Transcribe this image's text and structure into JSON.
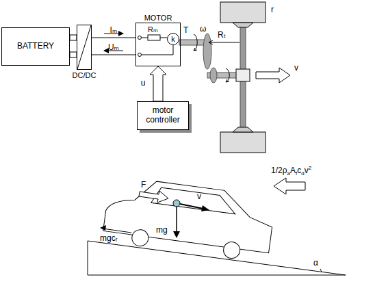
{
  "diagram": {
    "nodes": [
      {
        "text": [
          "BATTERY"
        ]
      },
      {
        "text": [
          "DC/DC"
        ]
      },
      {
        "text": [
          "MOTOR"
        ]
      },
      {
        "text": [
          "k"
        ],
        "in": 2
      },
      {
        "text": [
          "motor controller"
        ]
      }
    ],
    "edges": [
      {
        "from": 1,
        "to": 2,
        "arrow": "to",
        "label": "Iₘ"
      },
      {
        "from": 2,
        "to": 1,
        "arrow": "to",
        "label": "Uₘ"
      },
      {
        "from": 4,
        "to": 2,
        "arrow": "to",
        "label": "u"
      }
    ],
    "labels": [
      "Rₘ",
      "T",
      "ω",
      "Rₜ",
      "r",
      "v",
      "F",
      "v",
      "mgcᵣ",
      "mg",
      "1/2ρ",
      "a",
      "A",
      "f",
      "c",
      "d",
      "v",
      "2",
      "α"
    ]
  }
}
